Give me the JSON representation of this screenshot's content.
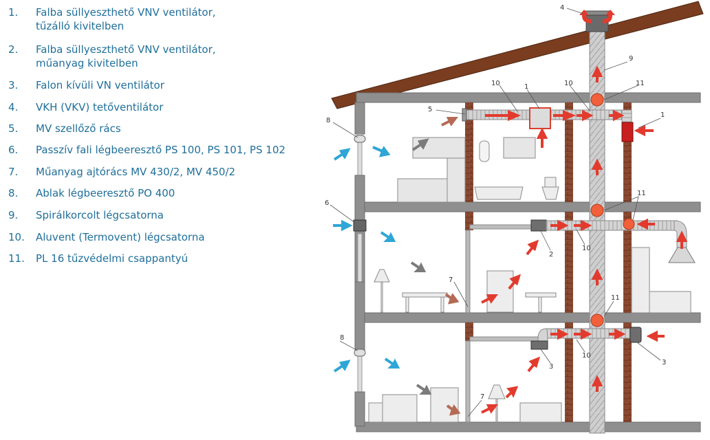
{
  "legend": [
    {
      "num": "1.",
      "text": "Falba süllyeszthető VNV ventilátor,\ntűzálló kivitelben"
    },
    {
      "num": "2.",
      "text": "Falba süllyeszthető VNV ventilátor,\nműanyag kivitelben"
    },
    {
      "num": "3.",
      "text": "Falon kívüli VN ventilátor"
    },
    {
      "num": "4.",
      "text": "VKH (VKV) tetőventilátor"
    },
    {
      "num": "5.",
      "text": "MV szellőző rács"
    },
    {
      "num": "6.",
      "text": "Passzív fali légbeeresztő PS 100, PS 101, PS 102"
    },
    {
      "num": "7.",
      "text": "Műanyag ajtórács MV 430/2, MV 450/2"
    },
    {
      "num": "8.",
      "text": "Ablak légbeeresztő PO 400"
    },
    {
      "num": "9.",
      "text": "Spirálkorcolt légcsatorna"
    },
    {
      "num": "10.",
      "text": "Aluvent (Termovent) légcsatorna"
    },
    {
      "num": "11.",
      "text": " PL 16 tűzvédelmi csappantyú"
    }
  ],
  "callouts": {
    "c4": "4",
    "c9": "9",
    "c10a": "10",
    "c1a": "1",
    "c10b": "10",
    "c11a": "11",
    "c5": "5",
    "c1b": "1",
    "c8a": "8",
    "c6": "6",
    "c11b": "11",
    "c2": "2",
    "c10c": "10",
    "c7a": "7",
    "c11c": "11",
    "c8b": "8",
    "c10d": "10",
    "c3a": "3",
    "c3b": "3",
    "c7b": "7"
  },
  "colors": {
    "legend_text": "#1f6f9a",
    "roof": "#7a3d1f",
    "brick": "#8b4a32",
    "wall": "#8f8f8f",
    "duct": "#c8c8c8",
    "arrow_red": "#e23b2e",
    "arrow_blue": "#2fa6d6",
    "arrow_gray": "#7b7b7b",
    "arrow_brown": "#b56a55",
    "damper": "#f0603a"
  }
}
